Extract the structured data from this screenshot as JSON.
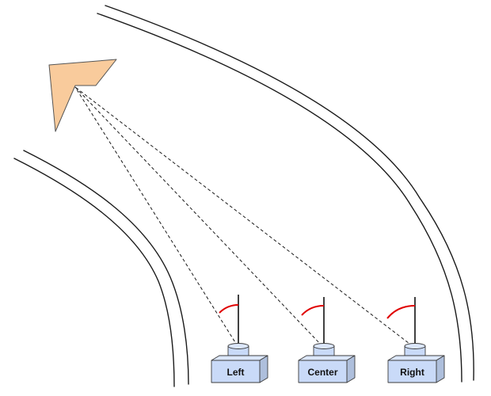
{
  "diagram": {
    "sensors": [
      {
        "label": "Left"
      },
      {
        "label": "Center"
      },
      {
        "label": "Right"
      }
    ],
    "colors": {
      "arrow_fill": "#f9cb9c",
      "box_fill": "#c9daf8",
      "angle_arc": "#e00000",
      "lines": "#1a1a1a"
    },
    "elements": {
      "road": "two curved double-line road edges",
      "target": "orange arrow pointing up-left",
      "sight_lines": "dashed lines from each sensor to the arrow",
      "angle_markers": "red arcs between each sensor mast and its sight line"
    }
  }
}
